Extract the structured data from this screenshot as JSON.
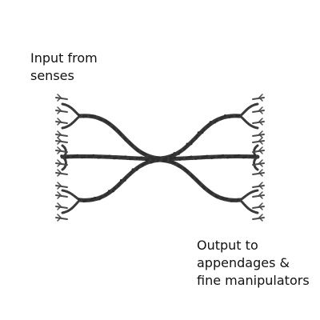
{
  "input_label": [
    "Input from",
    "senses"
  ],
  "output_label": [
    "Output to",
    "appendages &",
    "fine manipulators"
  ],
  "colors": {
    "ink": "#2e2e2e",
    "background": "#ffffff"
  }
}
